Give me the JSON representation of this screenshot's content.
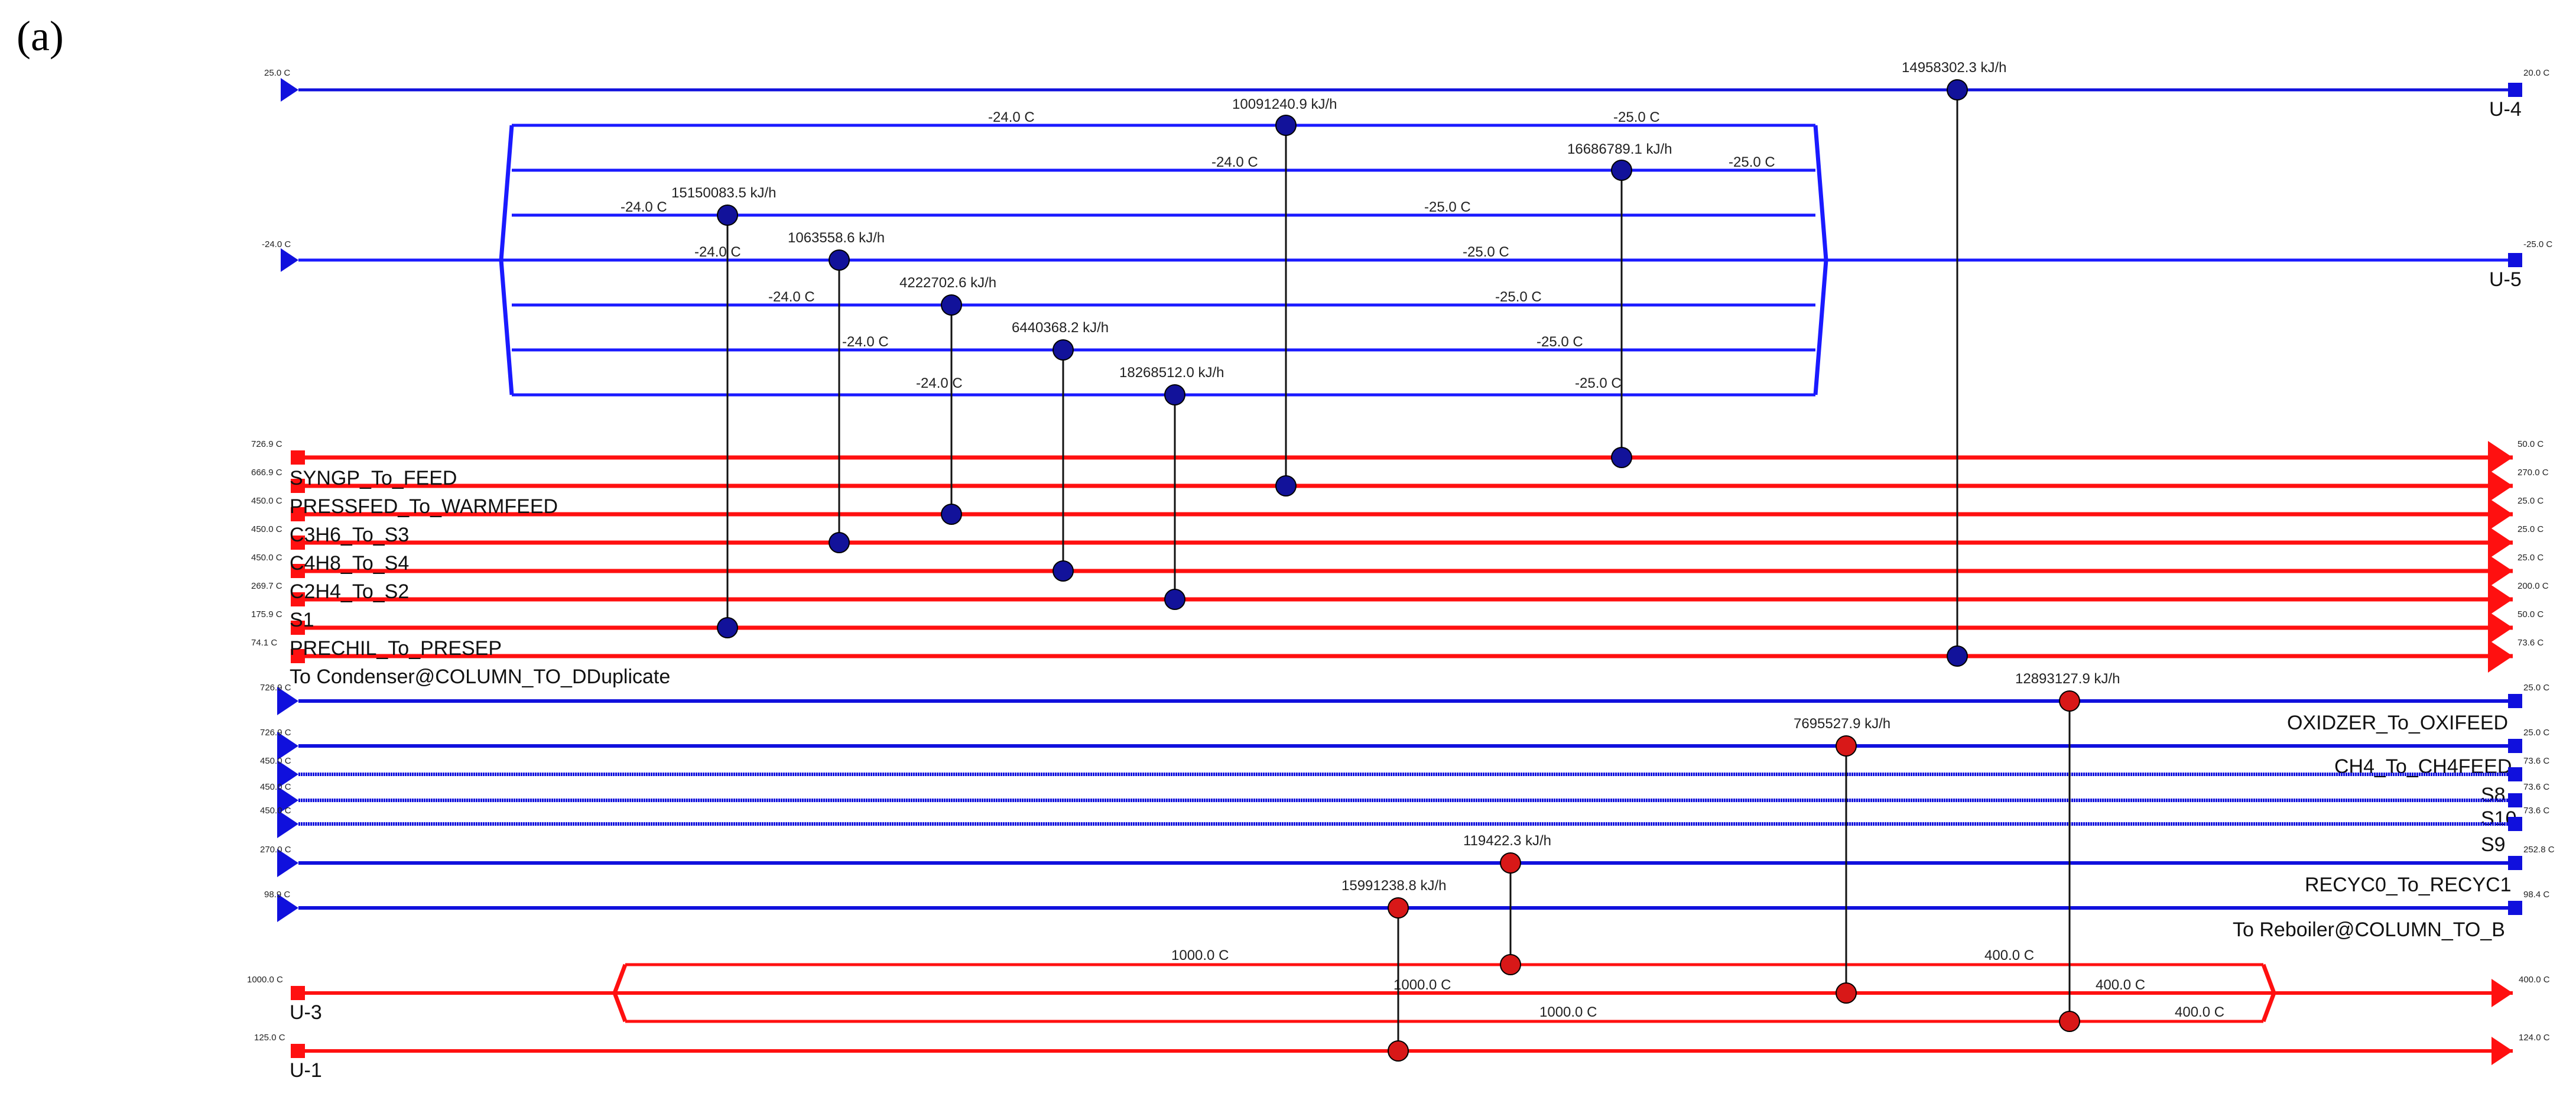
{
  "panel_label": "(a)",
  "hot_streams": [
    {
      "name": "",
      "t_start": "726.9 C",
      "t_end": "50.0 C"
    },
    {
      "name": "SYNGP_To_FEED",
      "t_start": "666.9 C",
      "t_end": "270.0 C"
    },
    {
      "name": "PRESSFED_To_WARMFEED",
      "t_start": "450.0 C",
      "t_end": "25.0 C"
    },
    {
      "name": "C3H6_To_S3",
      "t_start": "450.0 C",
      "t_end": "25.0 C"
    },
    {
      "name": "C4H8_To_S4",
      "t_start": "450.0 C",
      "t_end": "25.0 C"
    },
    {
      "name": "C2H4_To_S2",
      "t_start": "269.7 C",
      "t_end": "200.0 C"
    },
    {
      "name": "S1",
      "t_start": "175.9 C",
      "t_end": "50.0 C"
    },
    {
      "name": "PRECHIL_To_PRESEP",
      "t_start": "74.1 C",
      "t_end": "73.6 C"
    },
    {
      "name": "To Condenser@COLUMN_TO_DDuplicate",
      "t_start": "",
      "t_end": ""
    }
  ],
  "cold_streams": [
    {
      "name": "OXIDZER_To_OXIFEED",
      "t_left": "726.9 C",
      "t_right": "25.0 C"
    },
    {
      "name": "CH4_To_CH4FEED",
      "t_left": "726.9 C",
      "t_right": "25.0 C"
    },
    {
      "name": "S8",
      "t_left": "450.0 C",
      "t_right": "73.6 C"
    },
    {
      "name": "S10",
      "t_left": "450.0 C",
      "t_right": "73.6 C"
    },
    {
      "name": "S9",
      "t_left": "450.0 C",
      "t_right": "73.6 C"
    },
    {
      "name": "RECYC0_To_RECYC1",
      "t_left": "270.0 C",
      "t_right": "252.8 C"
    },
    {
      "name": "To Reboiler@COLUMN_TO_B",
      "t_left": "98.9 C",
      "t_right": "98.4 C"
    }
  ],
  "utilities": {
    "u4": {
      "name": "U-4",
      "t_left": "25.0 C",
      "t_right": "20.0 C"
    },
    "u5": {
      "name": "U-5",
      "t_left": "-24.0 C",
      "t_right": "-25.0 C"
    },
    "u3": {
      "name": "U-3",
      "t_left": "1000.0 C",
      "t_right": "400.0 C"
    },
    "u1": {
      "name": "U-1",
      "t_left": "125.0 C",
      "t_right": "124.0 C"
    }
  },
  "u5_branches": [
    {
      "t_left": "-24.0 C",
      "t_right": "-25.0 C"
    },
    {
      "t_left": "-24.0 C",
      "t_right": "-25.0 C"
    },
    {
      "t_left": "-24.0 C",
      "t_right": "-25.0 C"
    },
    {
      "t_left": "-24.0 C",
      "t_right": "-25.0 C"
    },
    {
      "t_left": "-24.0 C",
      "t_right": "-25.0 C"
    },
    {
      "t_left": "-24.0 C",
      "t_right": "-25.0 C"
    },
    {
      "t_left": "-24.0 C",
      "t_right": "-25.0 C"
    }
  ],
  "u3_branches": [
    {
      "t_left": "1000.0 C",
      "t_right": "400.0 C"
    },
    {
      "t_left": "1000.0 C",
      "t_right": "400.0 C"
    },
    {
      "t_left": "1000.0 C",
      "t_right": "400.0 C"
    }
  ],
  "exchangers": [
    {
      "duty": "14958302.3 kJ/h"
    },
    {
      "duty": "10091240.9 kJ/h"
    },
    {
      "duty": "16686789.1 kJ/h"
    },
    {
      "duty": "15150083.5 kJ/h"
    },
    {
      "duty": "1063558.6 kJ/h"
    },
    {
      "duty": "4222702.6 kJ/h"
    },
    {
      "duty": "6440368.2 kJ/h"
    },
    {
      "duty": "18268512.0 kJ/h"
    },
    {
      "duty": "12893127.9 kJ/h"
    },
    {
      "duty": "7695527.9 kJ/h"
    },
    {
      "duty": "119422.3 kJ/h"
    },
    {
      "duty": "15991238.8 kJ/h"
    }
  ],
  "colors": {
    "hot": "#ff1010",
    "cold": "#1010dd",
    "utility_cold": "#1a1aff",
    "node_blue": "#12129a",
    "node_red": "#d81818"
  }
}
